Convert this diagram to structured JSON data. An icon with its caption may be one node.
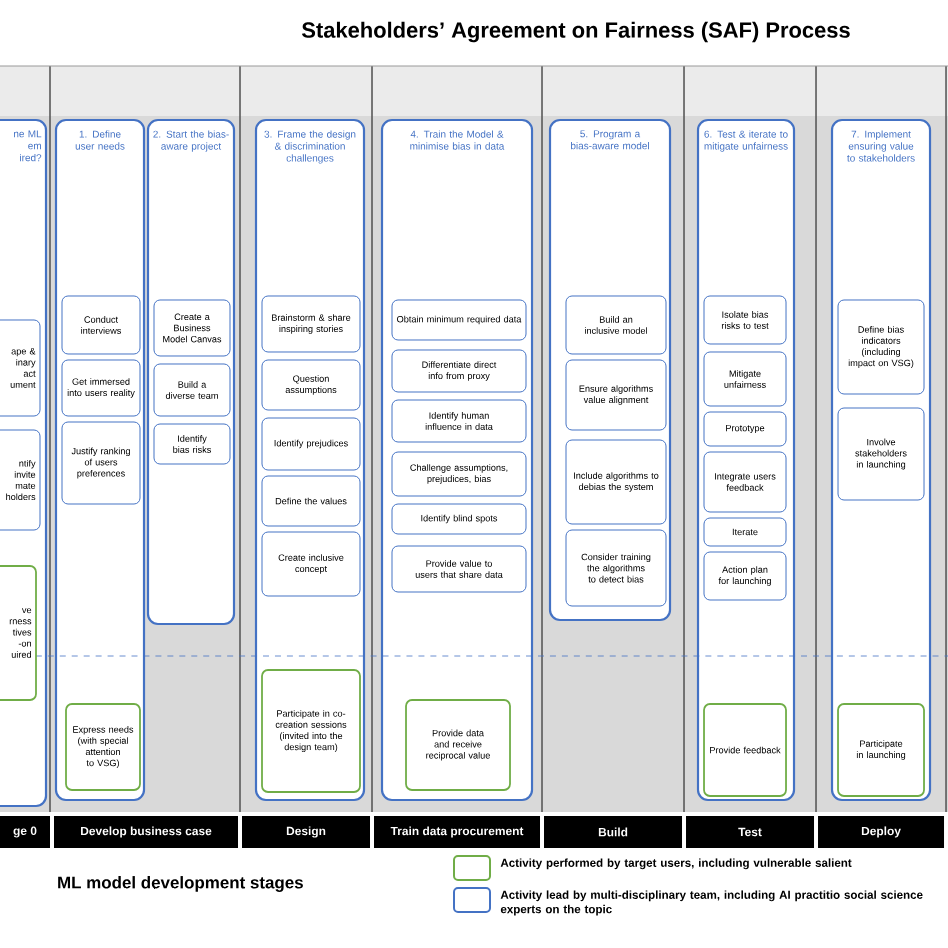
{
  "diagram": {
    "title": "Stakeholders’ Agreement on Fairness (SAF) Process",
    "nodes": [
      {
        "text": [
          "ne ML em ired?"
        ]
      },
      {
        "text": [
          "ape & inary act ument"
        ],
        "in": 0
      },
      {
        "text": [
          "ntify invite mate holders"
        ],
        "in": 0
      },
      {
        "text": [
          "ve rness tives -on uired"
        ],
        "in": 0
      },
      {
        "text": [
          "1. Define user needs"
        ]
      },
      {
        "text": [
          "Conduct interviews"
        ],
        "in": 4
      },
      {
        "text": [
          "Get immersed into users reality"
        ],
        "in": 4
      },
      {
        "text": [
          "Justify ranking of users preferences"
        ],
        "in": 4
      },
      {
        "text": [
          "Express needs (with special attention to VSG)"
        ],
        "in": 4
      },
      {
        "text": [
          "2. Start the bias-aware project"
        ]
      },
      {
        "text": [
          "Create a Business Model Canvas"
        ],
        "in": 9
      },
      {
        "text": [
          "Build a diverse team"
        ],
        "in": 9
      },
      {
        "text": [
          "Identify bias risks"
        ],
        "in": 9
      },
      {
        "text": [
          "3. Frame the design & discrimination challenges"
        ]
      },
      {
        "text": [
          "Brainstorm & share inspiring stories"
        ],
        "in": 13
      },
      {
        "text": [
          "Question assumptions"
        ],
        "in": 13
      },
      {
        "text": [
          "Identify prejudices"
        ],
        "in": 13
      },
      {
        "text": [
          "Define the values"
        ],
        "in": 13
      },
      {
        "text": [
          "Create inclusive concept"
        ],
        "in": 13
      },
      {
        "text": [
          "Participate in co-creation sessions (invited into the design team)"
        ],
        "in": 13
      },
      {
        "text": [
          "4. Train the Model & minimise bias in data"
        ]
      },
      {
        "text": [
          "Obtain minimum required data"
        ],
        "in": 20
      },
      {
        "text": [
          "Differentiate direct info from proxy"
        ],
        "in": 20
      },
      {
        "text": [
          "Identify human influence in data"
        ],
        "in": 20
      },
      {
        "text": [
          "Challenge assumptions, prejudices, bias"
        ],
        "in": 20
      },
      {
        "text": [
          "Identify blind spots"
        ],
        "in": 20
      },
      {
        "text": [
          "Provide value to users that share data"
        ],
        "in": 20
      },
      {
        "text": [
          "Provide data and receive reciprocal value"
        ],
        "in": 20
      },
      {
        "text": [
          "5. Program a bias-aware model"
        ]
      },
      {
        "text": [
          "Build an inclusive model"
        ],
        "in": 28
      },
      {
        "text": [
          "Ensure algorithms value alignment"
        ],
        "in": 28
      },
      {
        "text": [
          "Include algorithms to debias the system"
        ],
        "in": 28
      },
      {
        "text": [
          "Consider training the algorithms to detect bias"
        ],
        "in": 28
      },
      {
        "text": [
          "6. Test & iterate to mitigate unfairness"
        ]
      },
      {
        "text": [
          "Isolate bias risks to test"
        ],
        "in": 33
      },
      {
        "text": [
          "Mitigate unfairness"
        ],
        "in": 33
      },
      {
        "text": [
          "Prototype"
        ],
        "in": 33
      },
      {
        "text": [
          "Integrate users feedback"
        ],
        "in": 33
      },
      {
        "text": [
          "Iterate"
        ],
        "in": 33
      },
      {
        "text": [
          "Action plan for launching"
        ],
        "in": 33
      },
      {
        "text": [
          "Provide feedback"
        ],
        "in": 33
      },
      {
        "text": [
          "7. Implement ensuring value to stakeholders"
        ]
      },
      {
        "text": [
          "Define bias indicators (including impact on VSG)"
        ],
        "in": 41
      },
      {
        "text": [
          "Involve stakeholders in launching"
        ],
        "in": 41
      },
      {
        "text": [
          "Participate in launching"
        ],
        "in": 41
      }
    ],
    "edges": [],
    "labels": [
      "ge 0",
      "Develop business case",
      "Design",
      "Train data procurement",
      "Build",
      "Test",
      "Deploy",
      "ML model development stages"
    ],
    "legend": [
      {
        "text": "Activity performed by target users, including vulnerable salient",
        "color": "#70ad47"
      },
      {
        "text": "Activity lead by multi-disciplinary team, including AI practitio social science experts on the topic",
        "color": "#4472c4"
      }
    ]
  }
}
